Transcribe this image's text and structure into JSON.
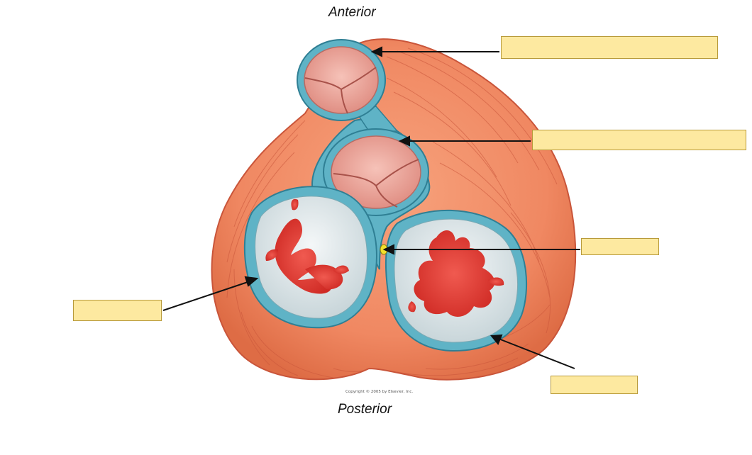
{
  "orientation": {
    "top_label": "Anterior",
    "bottom_label": "Posterior"
  },
  "copyright": "Copyright © 2005 by Elsevier, Inc.",
  "colors": {
    "muscle": "#f08862",
    "muscle_dark": "#d8603c",
    "fibrous_ring": "#5fb3c6",
    "ring_dark": "#2f7f94",
    "semilunar_cusp": "#eda39a",
    "av_valve_face": "#e6ecee",
    "chordae_red": "#e2332e",
    "node_yellow": "#f2df2c",
    "label_box_fill": "#fde9a0"
  },
  "label_boxes": [
    {
      "id": 1,
      "text": ""
    },
    {
      "id": 2,
      "text": ""
    },
    {
      "id": 3,
      "text": ""
    },
    {
      "id": 4,
      "text": ""
    },
    {
      "id": 5,
      "text": ""
    }
  ]
}
